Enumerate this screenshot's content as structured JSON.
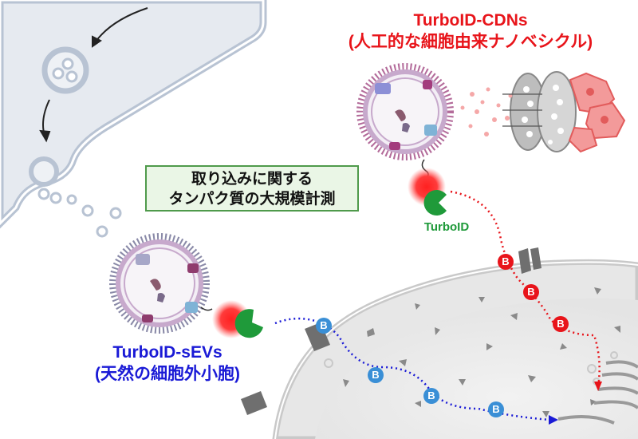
{
  "cdn_label": {
    "line1": "TurboID-CDNs",
    "line2": "(人工的な細胞由来ナノベシクル)",
    "color": "#e8141a"
  },
  "sev_label": {
    "line1": "TurboID-sEVs",
    "line2": "(天然の細胞外小胞)",
    "color": "#1a1ad6"
  },
  "callout": {
    "line1": "取り込みに関する",
    "line2": "タンパク質の大規模計測",
    "bg": "#eaf6e6",
    "border": "#4f9a4b"
  },
  "turboid_label": "TurboID",
  "biotin_marker": "B",
  "colors": {
    "turboid_green": "#1f9a3a",
    "biotin_red": "#e8141a",
    "biotin_blue": "#3a8fd6",
    "path_blue": "#1a1ad6"
  }
}
